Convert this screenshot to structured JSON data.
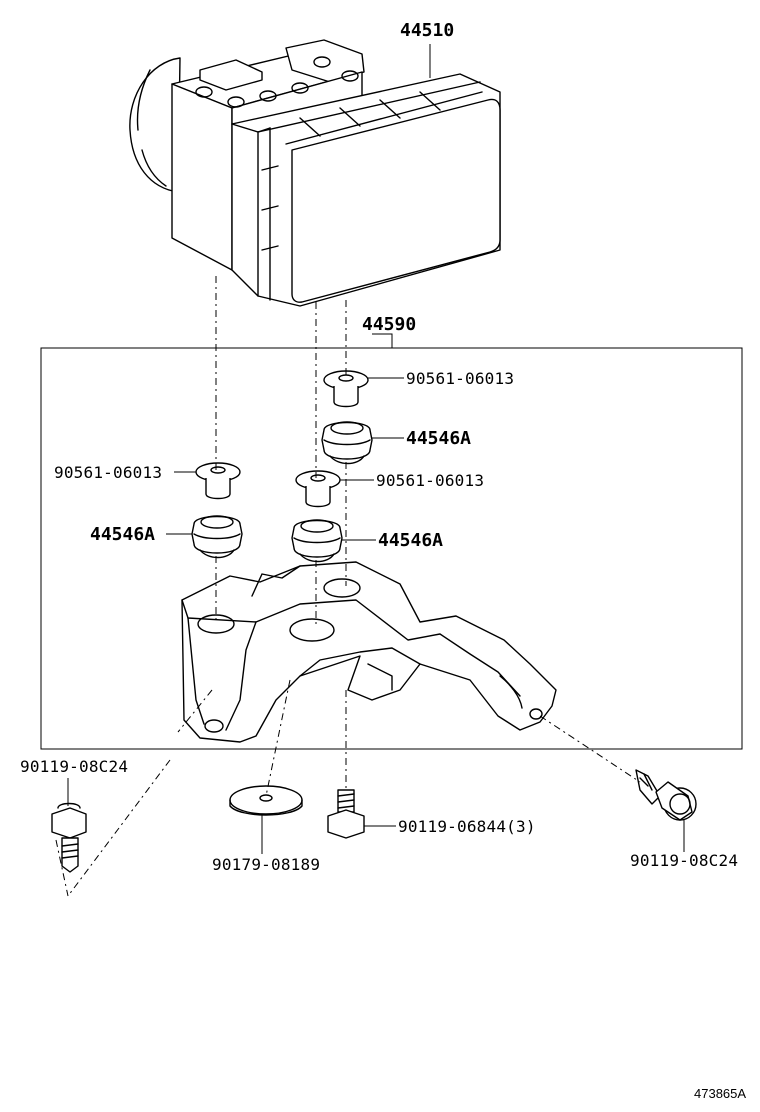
{
  "diagram": {
    "callouts": {
      "abs_actuator": "44510",
      "bracket_assembly": "44590",
      "collar_top_right": "90561-06013",
      "cushion_top_right": "44546A",
      "collar_left": "90561-06013",
      "collar_mid": "90561-06013",
      "cushion_left": "44546A",
      "cushion_mid": "44546A",
      "bolt_left": "90119-08C24",
      "washer": "90179-08189",
      "bolt_center": "90119-06844(3)",
      "bolt_right": "90119-08C24"
    },
    "reference_id": "473865A"
  }
}
